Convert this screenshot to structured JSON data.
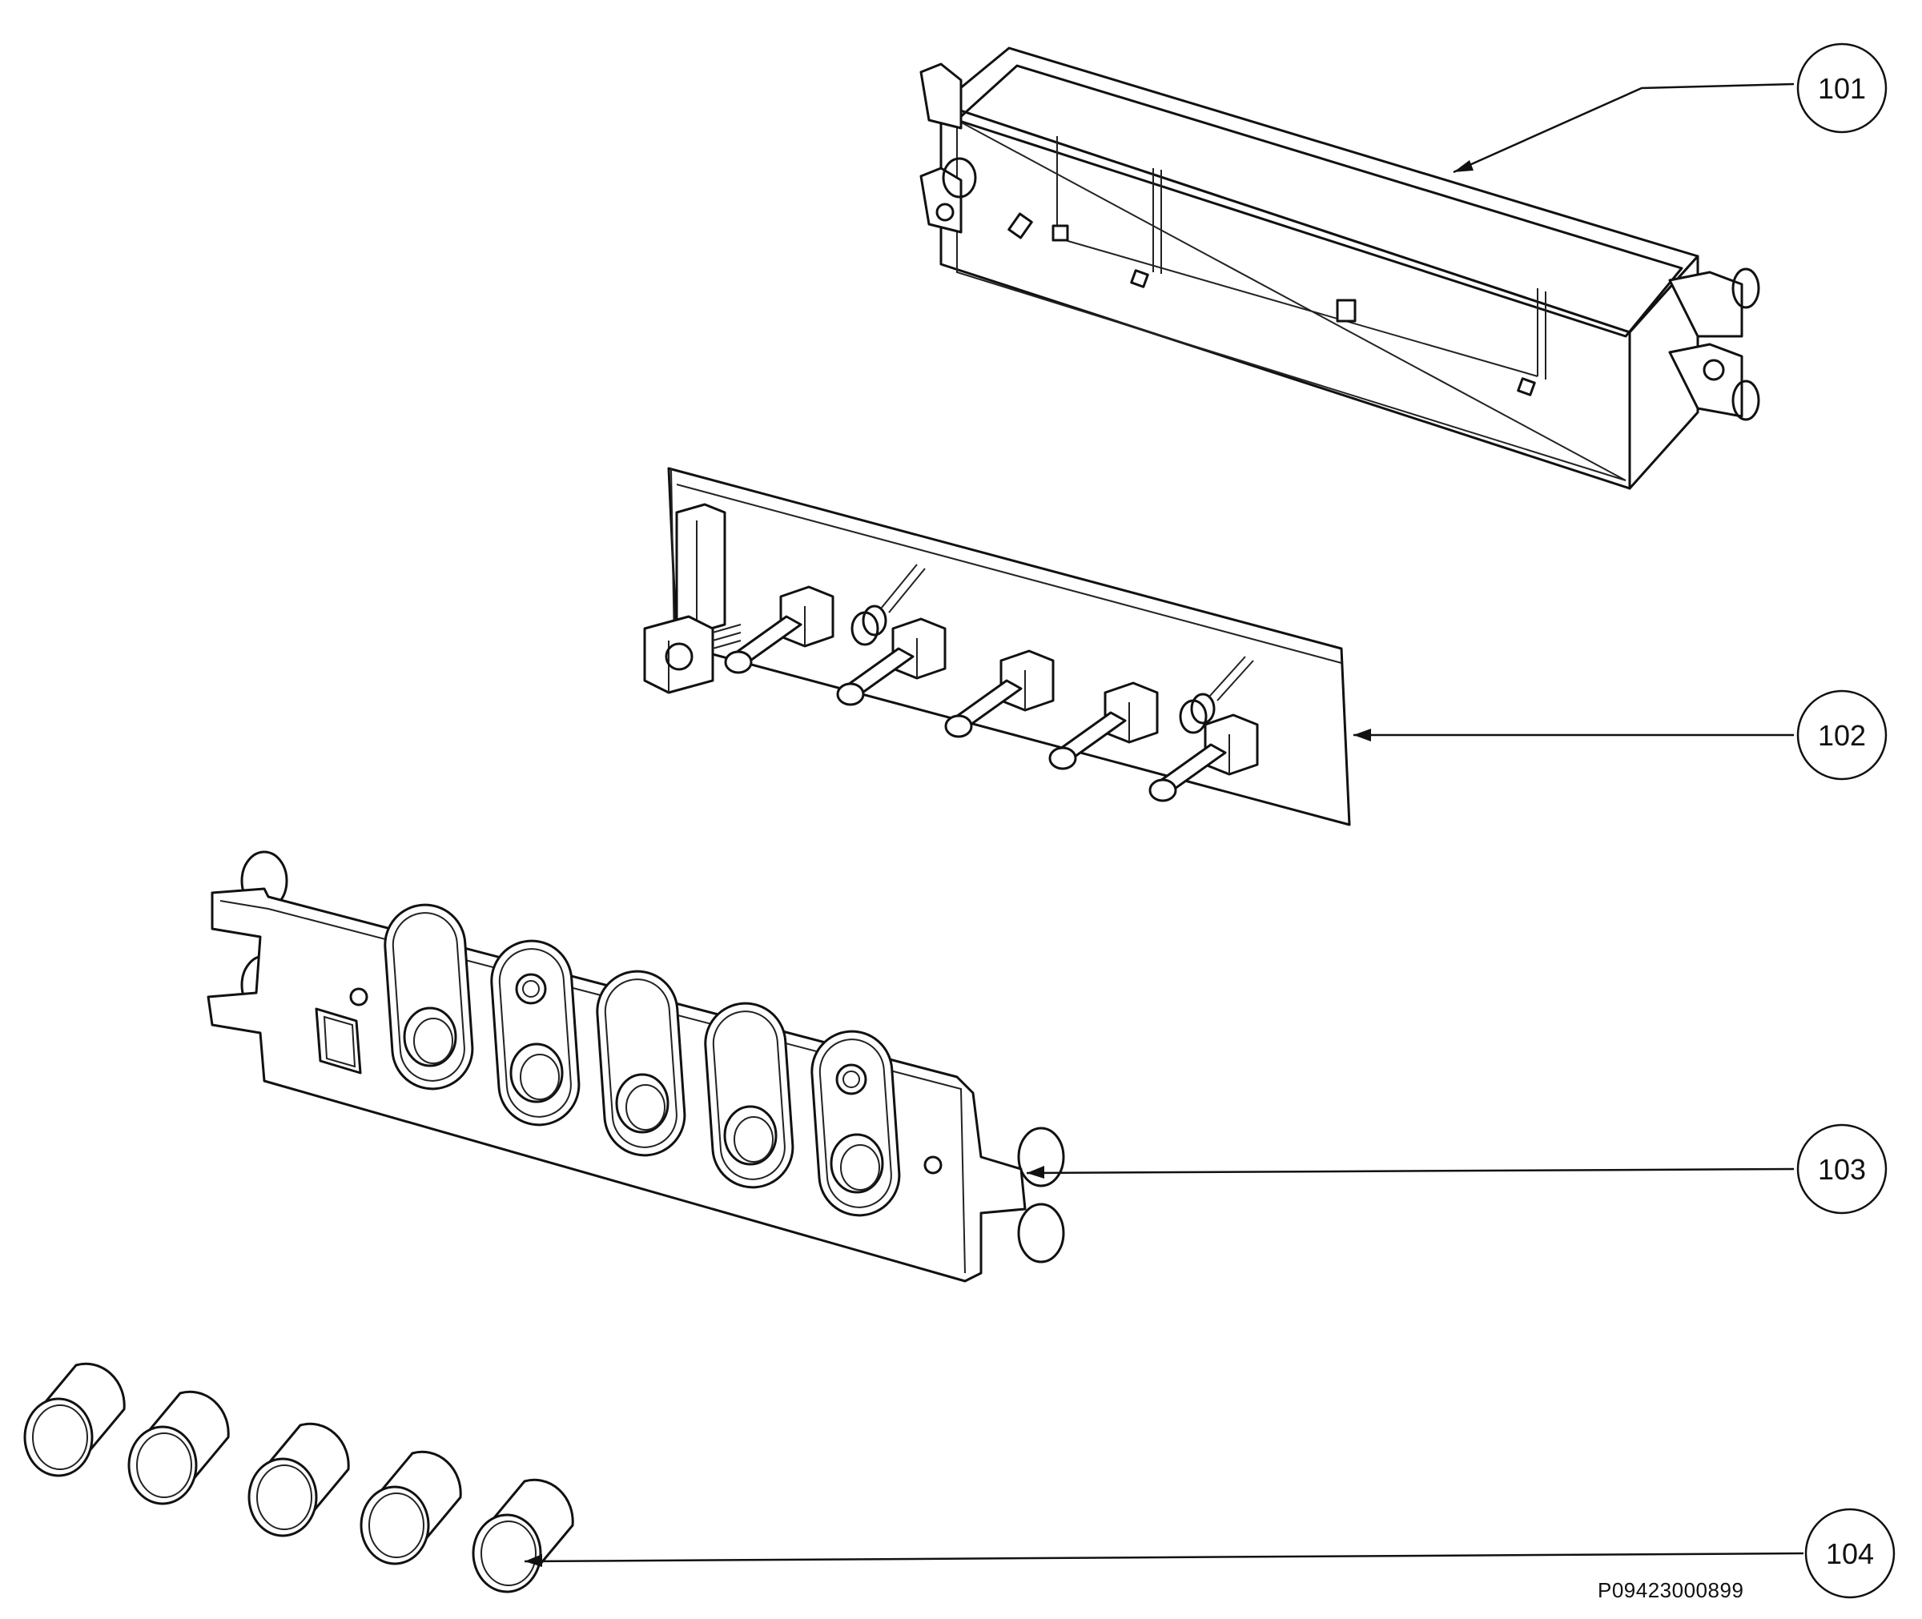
{
  "callouts": [
    {
      "id": "callout-101",
      "label": "101"
    },
    {
      "id": "callout-102",
      "label": "102"
    },
    {
      "id": "callout-103",
      "label": "103"
    },
    {
      "id": "callout-104",
      "label": "104"
    }
  ],
  "drawing_code": "P09423000899",
  "colors": {
    "ink": "#111111",
    "paper": "#ffffff"
  }
}
